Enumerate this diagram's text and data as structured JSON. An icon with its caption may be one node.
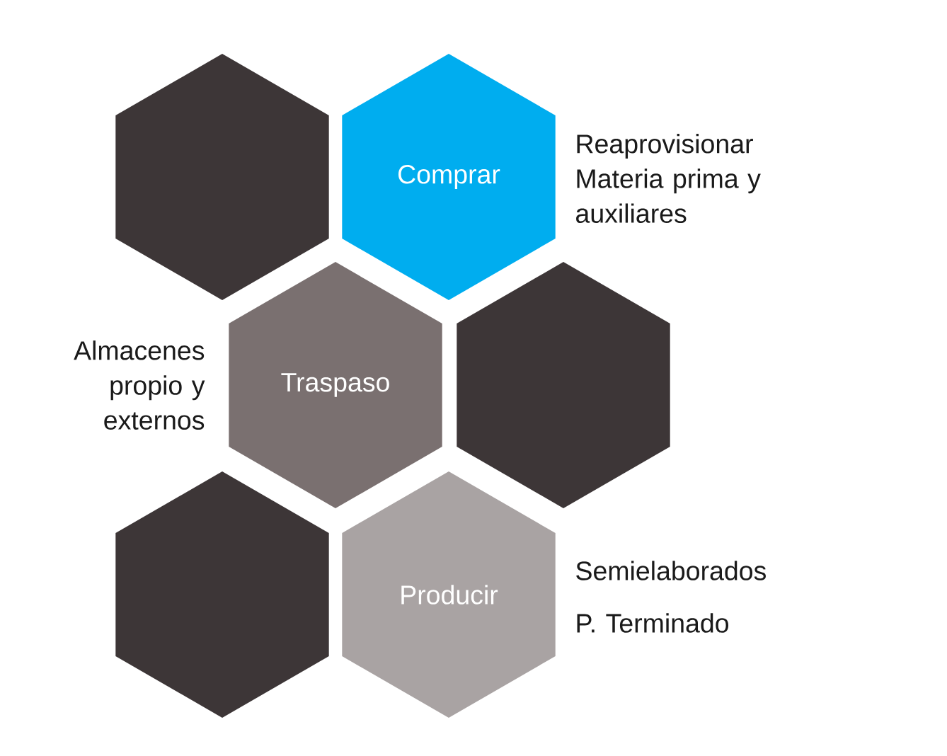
{
  "diagram": {
    "nodes": [
      {
        "text": [],
        "shape": "hexagon"
      },
      {
        "text": [
          "Comprar"
        ],
        "beside": [
          "Reaprovisionar Materia prima y auxiliares"
        ]
      },
      {
        "text": [
          "Traspaso"
        ],
        "beside": [
          "Almacenes propio y externos"
        ]
      },
      {
        "text": [],
        "shape": "hexagon"
      },
      {
        "text": [],
        "shape": "hexagon"
      },
      {
        "text": [
          "Producir"
        ],
        "beside": [
          "Semielaborados",
          "P. Terminado"
        ]
      }
    ]
  }
}
